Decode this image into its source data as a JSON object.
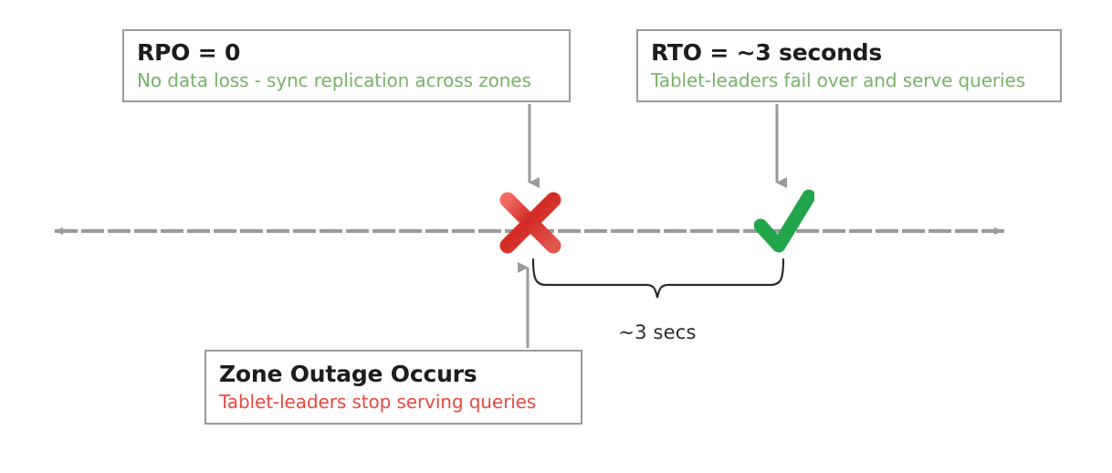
{
  "diagram": {
    "title_semantics": "rpo-rto-failover-timeline",
    "colors": {
      "green": "#77b266",
      "red": "#e8483f",
      "marker_red": "#d32222",
      "marker_green": "#22a54a",
      "timeline_gray": "#9a9a9a",
      "box_border": "#9a9a9a",
      "text_dark": "#1d1d1d",
      "brace_black": "#2b2b2b"
    },
    "callouts": [
      {
        "id": "rpo",
        "title": "RPO = 0",
        "subtitle": "No data loss - sync replication across zones",
        "subtitle_color": "green"
      },
      {
        "id": "rto",
        "title": "RTO = ~3 seconds",
        "subtitle": "Tablet-leaders fail over and serve queries",
        "subtitle_color": "green"
      },
      {
        "id": "zone-outage",
        "title": "Zone Outage Occurs",
        "subtitle": "Tablet-leaders stop serving queries",
        "subtitle_color": "red"
      }
    ],
    "timeline": {
      "orientation": "horizontal",
      "style": "dashed",
      "left_arrow": true,
      "right_arrow": true
    },
    "markers": [
      {
        "id": "outage-marker",
        "glyph": "cross-mark-icon",
        "symbol": "✖",
        "color": "#d32222"
      },
      {
        "id": "recovery-marker",
        "glyph": "check-mark-icon",
        "symbol": "✔",
        "color": "#22a54a"
      }
    ],
    "brace": {
      "label": "~3 secs",
      "from_marker": "outage-marker",
      "to_marker": "recovery-marker"
    },
    "connectors": [
      {
        "id": "rpo-to-outage",
        "direction": "down",
        "from": "rpo",
        "to": "outage-marker"
      },
      {
        "id": "rto-to-recovery",
        "direction": "down",
        "from": "rto",
        "to": "recovery-marker"
      },
      {
        "id": "zone-to-outage",
        "direction": "up",
        "from": "zone-outage",
        "to": "outage-marker"
      }
    ]
  }
}
